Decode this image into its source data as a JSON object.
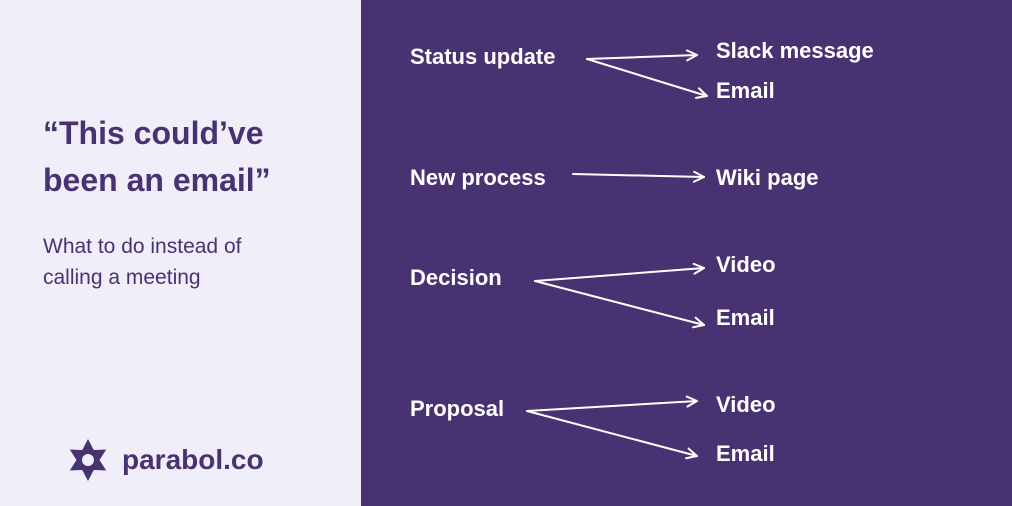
{
  "headline": {
    "line1": "“This could’ve",
    "line2": "been an email”"
  },
  "subtitle": {
    "line1": "What to do instead of",
    "line2": "calling a meeting"
  },
  "brand": {
    "name": "parabol.co",
    "logo_icon": "parabol-logo-icon"
  },
  "colors": {
    "panel_purple": "#493272",
    "light_background": "#f0eef9",
    "text_white": "#ffffff"
  },
  "diagram": {
    "sources": [
      {
        "label": "Status update",
        "targets": [
          "Slack message",
          "Email"
        ]
      },
      {
        "label": "New process",
        "targets": [
          "Wiki page"
        ]
      },
      {
        "label": "Decision",
        "targets": [
          "Video",
          "Email"
        ]
      },
      {
        "label": "Proposal",
        "targets": [
          "Video",
          "Email"
        ]
      }
    ]
  }
}
